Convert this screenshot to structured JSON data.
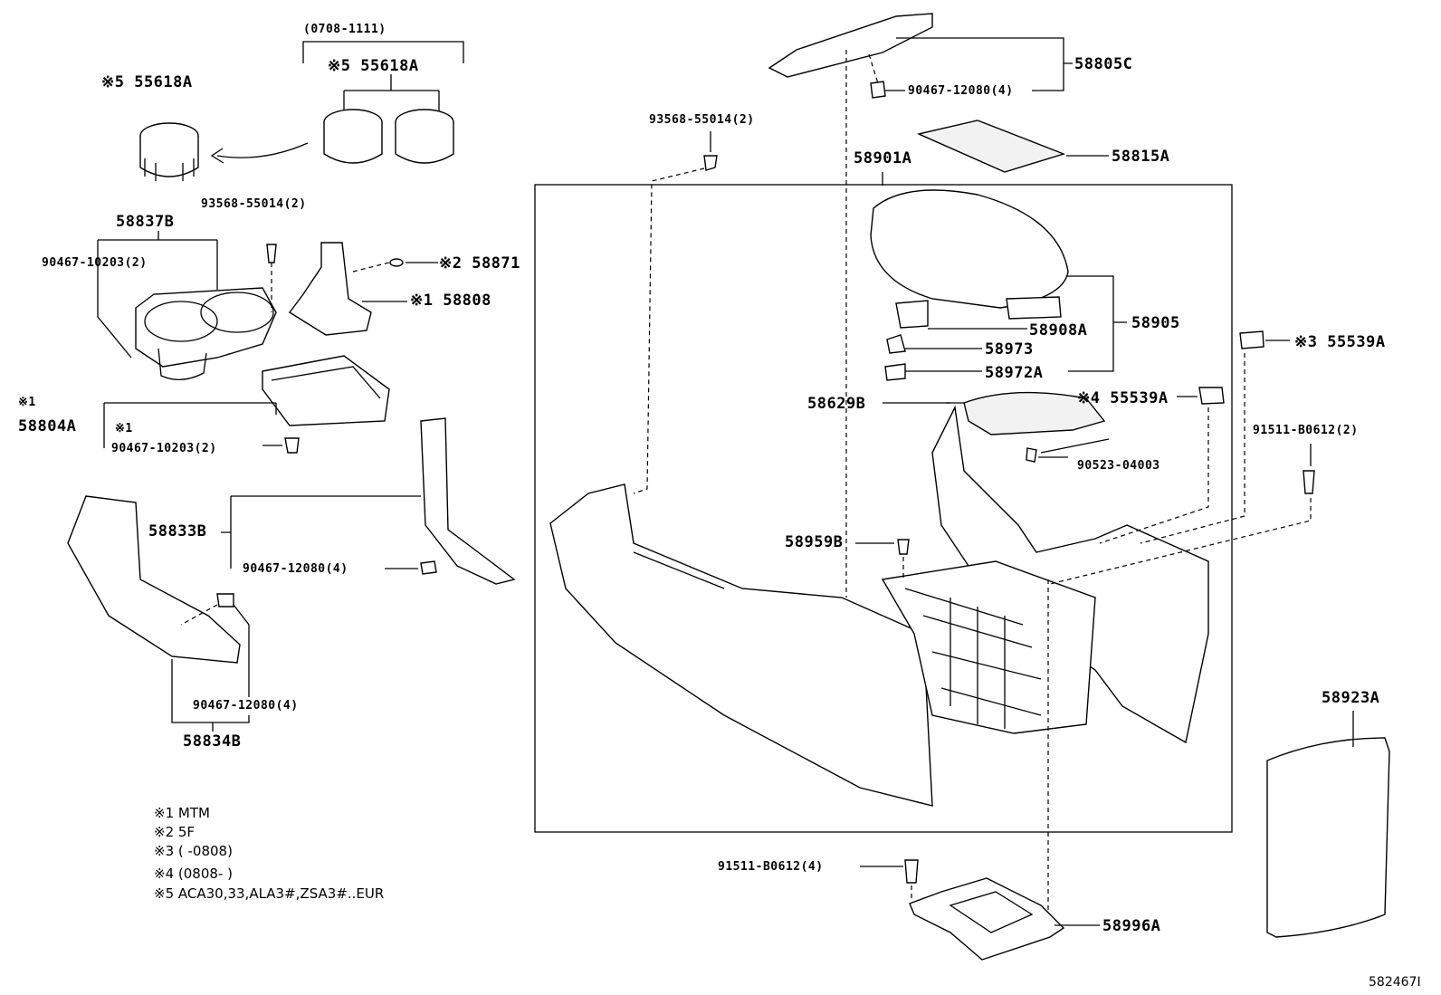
{
  "labels": {
    "date_range_top": "(0708-1111)",
    "p55618a_left": "※5 55618A",
    "p55618a_right": "※5 55618A",
    "p93568_left": "93568-55014(2)",
    "p58837b": "58837B",
    "p90467_10203_a": "90467-10203(2)",
    "p58871": "※2 58871",
    "p58808": "※1 58808",
    "p58804a_mark": "※1",
    "p58804a": "58804A",
    "p90467_10203_b_mark": "※1",
    "p90467_10203_b": "90467-10203(2)",
    "p58833b": "58833B",
    "p90467_12080_mid": "90467-12080(4)",
    "p90467_12080_low": "90467-12080(4)",
    "p58834b": "58834B",
    "p58805c": "58805C",
    "p90467_12080_top": "90467-12080(4)",
    "p93568_mid": "93568-55014(2)",
    "p58815a": "58815A",
    "p58901a": "58901A",
    "p58905": "58905",
    "p58908a": "58908A",
    "p58973": "58973",
    "p58972a": "58972A",
    "p55539a_r": "※3 55539A",
    "p58629b": "58629B",
    "p55539a_m": "※4 55539A",
    "p91511_2": "91511-B0612(2)",
    "p90523": "90523-04003",
    "p58959b": "58959B",
    "p58923a": "58923A",
    "p91511_4": "91511-B0612(4)",
    "p58996a": "58996A"
  },
  "notes": [
    "※1  MTM",
    "※2  5F",
    "※3  (       -0808)",
    "※4  (0808-       )",
    "※5  ACA30,33,ALA3#,ZSA3#..EUR"
  ],
  "ref_code": "582467I"
}
